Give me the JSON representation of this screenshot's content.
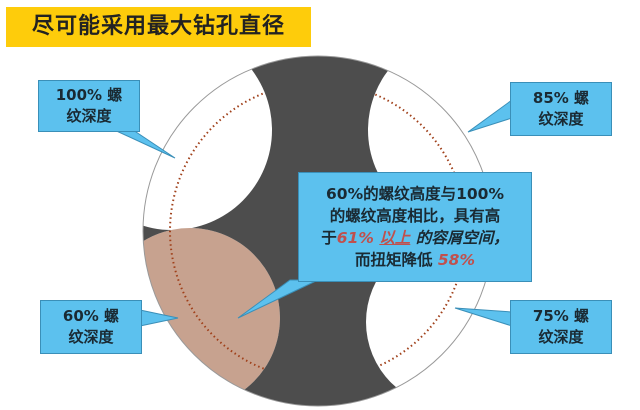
{
  "title": "尽可能采用最大钻孔直径",
  "callouts": {
    "tl": [
      "100% 螺",
      "纹深度"
    ],
    "tr": [
      "85% 螺",
      "纹深度"
    ],
    "bl": [
      "60% 螺",
      "纹深度"
    ],
    "br": [
      "75% 螺",
      "纹深度"
    ]
  },
  "center": {
    "line1": "60%的螺纹高度与100%",
    "line2": "的螺纹高度相比，具有高",
    "line3_a": "于",
    "line3_b": "61%",
    "line3_c": "以上",
    "line3_d": "的容屑空间，",
    "line4_a": "而扭矩降低 ",
    "line4_b": "58%"
  },
  "colors": {
    "title_bg": "#fecc0b",
    "callout": "#5cc1ee",
    "tap": "#4d4d4d",
    "highlight_60": "#c7a28f"
  }
}
